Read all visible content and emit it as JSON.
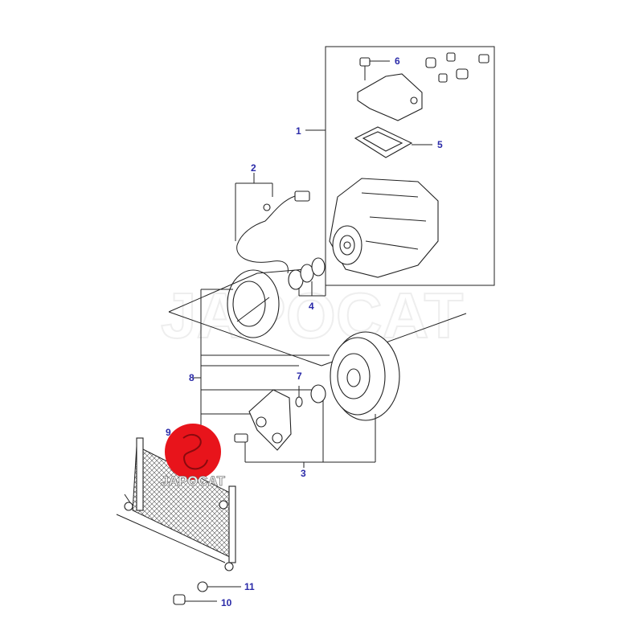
{
  "watermark": "JAPOCAT",
  "logo": {
    "text": "JAPOCAT",
    "color": "#e8141b"
  },
  "label_color": "#2a2aa8",
  "callouts": [
    {
      "id": "1",
      "label": "1"
    },
    {
      "id": "2",
      "label": "2"
    },
    {
      "id": "3",
      "label": "3"
    },
    {
      "id": "4",
      "label": "4"
    },
    {
      "id": "5",
      "label": "5"
    },
    {
      "id": "6",
      "label": "6"
    },
    {
      "id": "7",
      "label": "7"
    },
    {
      "id": "8",
      "label": "8"
    },
    {
      "id": "9",
      "label": "9"
    },
    {
      "id": "10",
      "label": "10"
    },
    {
      "id": "11",
      "label": "11"
    }
  ]
}
